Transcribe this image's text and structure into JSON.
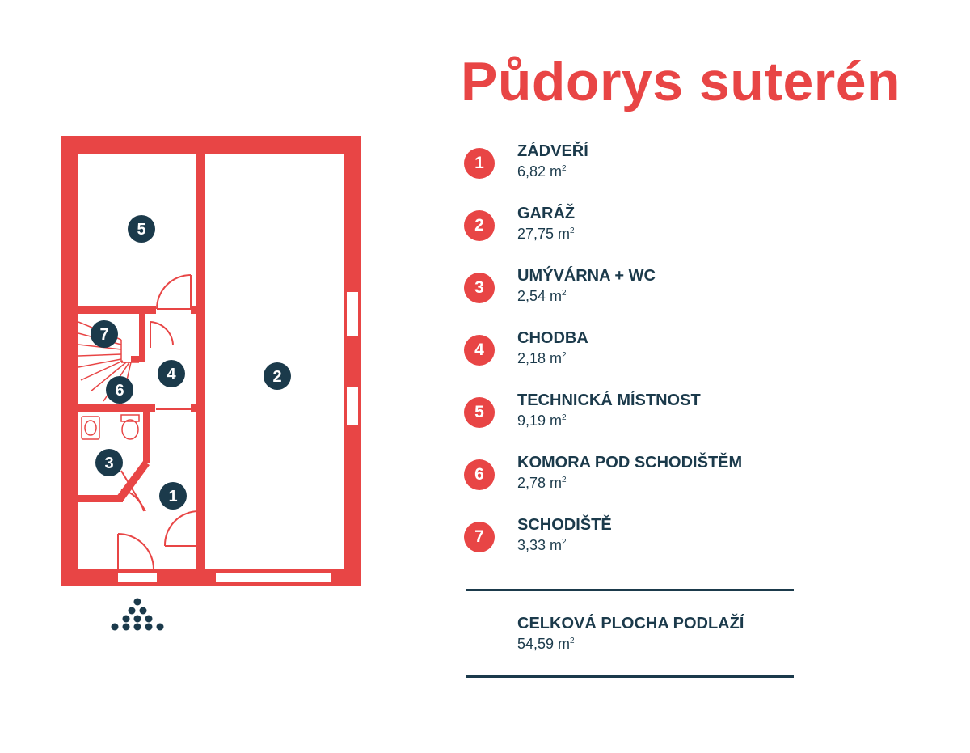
{
  "title": "Půdorys suterén",
  "unit_sup": "2",
  "rooms": [
    {
      "num": "1",
      "name": "ZÁDVEŘÍ",
      "area": "6,82 m"
    },
    {
      "num": "2",
      "name": "GARÁŽ",
      "area": "27,75 m"
    },
    {
      "num": "3",
      "name": "UMÝVÁRNA + WC",
      "area": "2,54 m"
    },
    {
      "num": "4",
      "name": "CHODBA",
      "area": "2,18 m"
    },
    {
      "num": "5",
      "name": "TECHNICKÁ MÍSTNOST",
      "area": "9,19 m"
    },
    {
      "num": "6",
      "name": "KOMORA POD SCHODIŠTĚM",
      "area": "2,78 m"
    },
    {
      "num": "7",
      "name": "SCHODIŠTĚ",
      "area": "3,33 m"
    }
  ],
  "total": {
    "name": "CELKOVÁ PLOCHA PODLAŽÍ",
    "area": "54,59 m"
  },
  "colors": {
    "accent": "#e84545",
    "dark": "#1b3a4b"
  },
  "icons": [
    "door-swing-icon",
    "window-icon",
    "stairs-icon",
    "sink-icon",
    "toilet-icon",
    "dots-logo-icon"
  ]
}
